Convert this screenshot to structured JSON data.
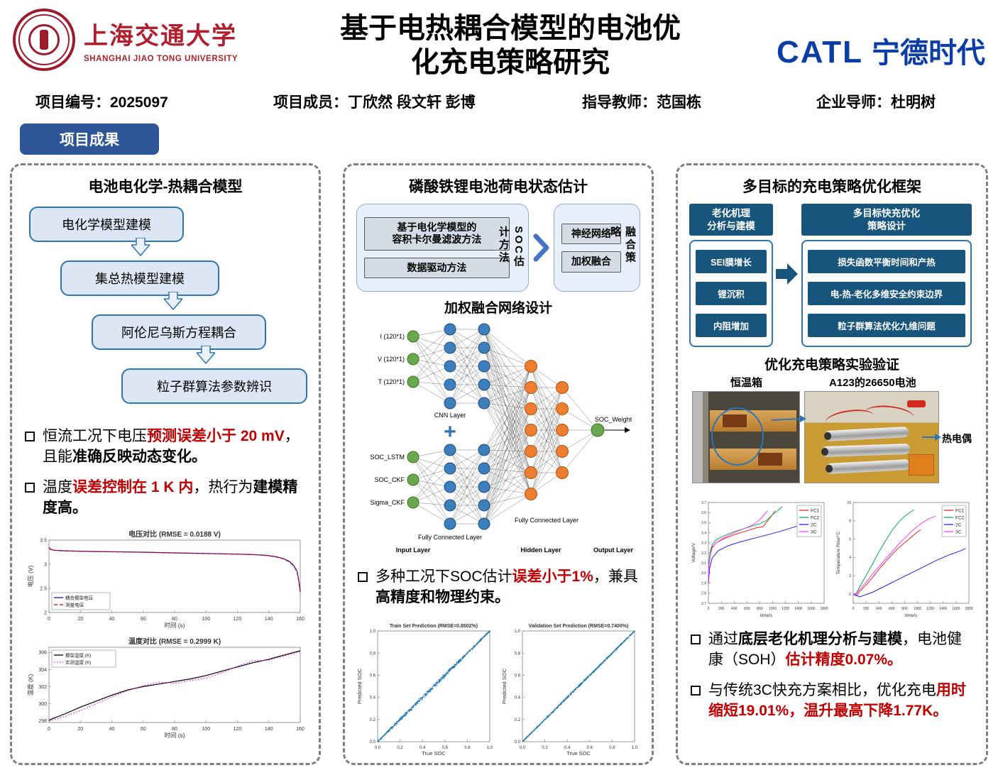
{
  "header": {
    "sjtu_cn": "上海交通大学",
    "sjtu_en": "SHANGHAI JIAO TONG UNIVERSITY",
    "title_line1": "基于电热耦合模型的电池优",
    "title_line2": "化充电策略研究",
    "catl_en": "CATL",
    "catl_cn": "宁德时代"
  },
  "info": {
    "project_no": "项目编号：2025097",
    "members": "项目成员：丁欣然 段文轩 彭博",
    "advisor": "指导教师：范国栋",
    "mentor": "企业导师：杜明树"
  },
  "badge": "项目成果",
  "col1": {
    "title": "电池电化学-热耦合模型",
    "flow_steps": [
      "电化学模型建模",
      "集总热模型建模",
      "阿伦尼乌斯方程耦合",
      "粒子群算法参数辨识"
    ],
    "bullets": [
      {
        "segments": [
          {
            "t": "恒流工况下电压",
            "s": "n"
          },
          {
            "t": "预测误差小于 20 mV",
            "s": "r"
          },
          {
            "t": "，且能",
            "s": "n"
          },
          {
            "t": "准确反映动态变化。",
            "s": "b"
          }
        ]
      },
      {
        "segments": [
          {
            "t": "温度",
            "s": "n"
          },
          {
            "t": "误差控制在 1 K 内",
            "s": "r"
          },
          {
            "t": "，热行为",
            "s": "n"
          },
          {
            "t": "建模精度高。",
            "s": "b"
          }
        ]
      }
    ]
  },
  "col2": {
    "title": "磷酸铁锂电池荷电状态估计",
    "soc_box": {
      "method1": "基于电化学模型的\n容积卡尔曼滤波方法",
      "method2": "数据驱动方法",
      "left_vertical": "SOC估计方法",
      "fusion1": "神经网络",
      "fusion2": "加权融合",
      "right_vertical": "融合策略"
    },
    "network_title": "加权融合网络设计",
    "network": {
      "top_inputs": [
        "I (120*1)",
        "V (120*1)",
        "T (120*1)"
      ],
      "bottom_inputs": [
        "SOC_LSTM",
        "SOC_CKF",
        "Sigma_CKF"
      ],
      "cnn_label": "CNN Layer",
      "plus_sign": "+",
      "fc_label_left": "Fully Connected Layer",
      "fc_label_right": "Fully Connected Layer",
      "output_label": "SOC_Weight",
      "layer_labels": [
        "Input Layer",
        "Hidden Layer",
        "Output Layer"
      ]
    },
    "bullets": [
      {
        "segments": [
          {
            "t": "多种工况下SOC估计",
            "s": "n"
          },
          {
            "t": "误差小于1%",
            "s": "r"
          },
          {
            "t": "，兼具",
            "s": "n"
          },
          {
            "t": "高精度和物理约束。",
            "s": "b"
          }
        ]
      }
    ]
  },
  "col3": {
    "title": "多目标的充电策略优化框架",
    "aging": {
      "header": "老化机理\n分析与建模",
      "items": [
        "SEI膜增长",
        "锂沉积",
        "内阻增加"
      ]
    },
    "strategy": {
      "header": "多目标快充优化\n策略设计",
      "items": [
        "损失函数平衡时间和产热",
        "电-热-老化多维安全约束边界",
        "粒子群算法优化九维问题"
      ]
    },
    "experiment_title": "优化充电策略实验验证",
    "photo1_label": "恒温箱",
    "photo2_label": "A123的26650电池",
    "thermocouple_label": "热电偶",
    "bullets": [
      {
        "segments": [
          {
            "t": "通过",
            "s": "n"
          },
          {
            "t": "底层老化机理分析与建模",
            "s": "b"
          },
          {
            "t": "，电池健康（SOH）",
            "s": "n"
          },
          {
            "t": "估计精度0.07%。",
            "s": "r"
          }
        ]
      },
      {
        "segments": [
          {
            "t": "与传统3C快充方案相比，优化充电",
            "s": "n"
          },
          {
            "t": "用时缩短19.01%，温升最高下降1.77K。",
            "s": "r"
          }
        ]
      }
    ]
  },
  "chart_data": [
    {
      "type": "line",
      "title": "电压对比 (RMSE = 0.0188 V)",
      "xlabel": "时间 (s)",
      "ylabel": "电压 (V)",
      "xlim": [
        0,
        160
      ],
      "ylim": [
        2,
        3.5
      ],
      "xticks": [
        0,
        20,
        40,
        60,
        80,
        100,
        120,
        140,
        160
      ],
      "yticks": [
        2,
        2.5,
        3,
        3.5
      ],
      "legend": "bl",
      "series": [
        {
          "name": "耦合模型电压",
          "color": "#1414c8",
          "dash": "solid",
          "x": [
            0,
            1,
            3,
            6,
            10,
            15,
            20,
            30,
            40,
            50,
            60,
            70,
            80,
            90,
            100,
            110,
            120,
            130,
            138,
            144,
            149,
            153,
            156,
            158,
            159,
            160
          ],
          "y": [
            3.35,
            3.31,
            3.29,
            3.285,
            3.28,
            3.275,
            3.27,
            3.265,
            3.26,
            3.255,
            3.25,
            3.243,
            3.236,
            3.23,
            3.224,
            3.217,
            3.21,
            3.2,
            3.185,
            3.16,
            3.12,
            3.06,
            2.97,
            2.85,
            2.68,
            2.44
          ]
        },
        {
          "name": "测量电压",
          "color": "#d40000",
          "dash": "dashed",
          "x": [
            0,
            1,
            3,
            6,
            10,
            15,
            20,
            30,
            40,
            50,
            60,
            70,
            80,
            90,
            100,
            110,
            120,
            130,
            138,
            144,
            149,
            153,
            156,
            158,
            159,
            160
          ],
          "y": [
            3.34,
            3.305,
            3.292,
            3.283,
            3.277,
            3.272,
            3.268,
            3.262,
            3.257,
            3.252,
            3.247,
            3.24,
            3.233,
            3.227,
            3.221,
            3.214,
            3.208,
            3.198,
            3.182,
            3.155,
            3.115,
            3.05,
            2.96,
            2.83,
            2.66,
            2.42
          ]
        }
      ]
    },
    {
      "type": "line",
      "title": "温度对比 (RMSE = 0.2999 K)",
      "xlabel": "时间 (s)",
      "ylabel": "温度 (K)",
      "xlim": [
        0,
        160
      ],
      "ylim": [
        297.8,
        306.6
      ],
      "xticks": [
        0,
        20,
        40,
        60,
        80,
        100,
        120,
        140,
        160
      ],
      "yticks": [
        298,
        300,
        302,
        304,
        306
      ],
      "legend": "tl",
      "series": [
        {
          "name": "模型温度 (K)",
          "color": "#000000",
          "dash": "solid",
          "x": [
            0,
            10,
            20,
            30,
            40,
            50,
            60,
            70,
            80,
            90,
            100,
            110,
            120,
            130,
            140,
            150,
            160
          ],
          "y": [
            298.1,
            298.8,
            299.6,
            300.3,
            301.0,
            301.6,
            302.0,
            302.3,
            302.6,
            302.9,
            303.3,
            303.8,
            304.3,
            304.8,
            305.2,
            305.7,
            306.2
          ]
        },
        {
          "name": "实测温度 (K)",
          "color": "#ff00ff",
          "dash": "dotted",
          "x": [
            0,
            10,
            20,
            30,
            40,
            50,
            60,
            70,
            80,
            90,
            100,
            110,
            120,
            130,
            140,
            150,
            160
          ],
          "y": [
            298.0,
            298.5,
            299.2,
            300.0,
            300.8,
            301.5,
            302.1,
            302.5,
            302.4,
            302.7,
            303.0,
            303.6,
            304.4,
            305.0,
            305.1,
            305.6,
            306.1
          ]
        }
      ]
    },
    {
      "type": "scatter",
      "title": "Train Set Prediction (RMSE=0.8502%)",
      "xlabel": "True SOC",
      "ylabel": "Predicted SOC",
      "xlim": [
        0,
        1
      ],
      "ylim": [
        0,
        1
      ],
      "xdp": 1,
      "ydp": 1,
      "xticks": [
        0,
        0.2,
        0.4,
        0.6,
        0.8,
        1
      ],
      "yticks": [
        0,
        0.2,
        0.4,
        0.6,
        0.8,
        1
      ],
      "relationship": "points along y = x diagonal",
      "n": 700,
      "noise": 0.02,
      "seed": 7,
      "color": "#1f77b4"
    },
    {
      "type": "scatter",
      "title": "Validation Set Prediction (RMSE=0.7400%)",
      "xlabel": "True SOC",
      "ylabel": "Predicted SOC",
      "xlim": [
        0,
        1
      ],
      "ylim": [
        0,
        1
      ],
      "xdp": 1,
      "ydp": 1,
      "xticks": [
        0,
        0.2,
        0.4,
        0.6,
        0.8,
        1
      ],
      "yticks": [
        0,
        0.2,
        0.4,
        0.6,
        0.8,
        1
      ],
      "relationship": "points along y = x diagonal",
      "n": 700,
      "noise": 0.011,
      "seed": 13,
      "color": "#1f77b4"
    },
    {
      "type": "line",
      "title": "",
      "xlabel": "time/s",
      "ylabel": "Voltage/V",
      "xlim": [
        0,
        1800
      ],
      "ylim": [
        2.7,
        3.7
      ],
      "ydp": 1,
      "xticks": [
        0,
        200,
        400,
        600,
        800,
        1000,
        1200,
        1400,
        1600,
        1800
      ],
      "yticks": [
        2.7,
        2.8,
        2.9,
        3.0,
        3.1,
        3.2,
        3.3,
        3.4,
        3.5,
        3.6,
        3.7
      ],
      "legend": "tr",
      "series": [
        {
          "name": "FC1",
          "color": "#ff2020",
          "dash": "solid",
          "x": [
            0,
            10,
            30,
            60,
            120,
            240,
            400,
            600,
            750,
            850,
            900,
            950,
            1000,
            1040
          ],
          "y": [
            2.93,
            3.1,
            3.2,
            3.26,
            3.3,
            3.34,
            3.38,
            3.42,
            3.45,
            3.46,
            3.5,
            3.54,
            3.58,
            3.62
          ]
        },
        {
          "name": "FC2",
          "color": "#00b050",
          "dash": "solid",
          "x": [
            0,
            10,
            30,
            60,
            120,
            240,
            400,
            600,
            800,
            900,
            1000,
            1080,
            1150
          ],
          "y": [
            2.95,
            3.12,
            3.22,
            3.28,
            3.33,
            3.37,
            3.41,
            3.45,
            3.49,
            3.52,
            3.58,
            3.62,
            3.66
          ]
        },
        {
          "name": "2C",
          "color": "#2020ff",
          "dash": "solid",
          "x": [
            0,
            20,
            60,
            150,
            300,
            500,
            800,
            1100,
            1400,
            1550,
            1650,
            1700,
            1730
          ],
          "y": [
            2.9,
            3.05,
            3.15,
            3.22,
            3.27,
            3.31,
            3.36,
            3.41,
            3.47,
            3.51,
            3.56,
            3.6,
            3.63
          ]
        },
        {
          "name": "3C",
          "color": "#ff40ff",
          "dash": "solid",
          "x": [
            0,
            10,
            30,
            60,
            120,
            240,
            400,
            550,
            700,
            800,
            870,
            920
          ],
          "y": [
            2.92,
            3.08,
            3.18,
            3.25,
            3.3,
            3.35,
            3.4,
            3.44,
            3.48,
            3.53,
            3.58,
            3.62
          ]
        }
      ]
    },
    {
      "type": "line",
      "title": "",
      "xlabel": "time/s",
      "ylabel": "Temperature Rise/°C",
      "xlim": [
        0,
        1800
      ],
      "ylim": [
        -1,
        10
      ],
      "xticks": [
        0,
        200,
        400,
        600,
        800,
        1000,
        1200,
        1400,
        1600,
        1800
      ],
      "yticks": [
        0,
        2,
        4,
        6,
        8,
        10
      ],
      "legend": "tr",
      "series": [
        {
          "name": "FC1",
          "color": "#ff2020",
          "dash": "solid",
          "x": [
            0,
            50,
            100,
            200,
            300,
            400,
            500,
            600,
            700,
            800,
            900,
            1000,
            1050
          ],
          "y": [
            0,
            -0.2,
            0.3,
            1,
            1.8,
            2.7,
            3.5,
            4.3,
            5,
            5.6,
            6.2,
            6.8,
            7
          ]
        },
        {
          "name": "FC2",
          "color": "#00b050",
          "dash": "solid",
          "x": [
            0,
            50,
            100,
            200,
            300,
            400,
            500,
            600,
            700,
            800,
            900,
            950
          ],
          "y": [
            0,
            0.1,
            0.8,
            2,
            3.3,
            4.6,
            5.8,
            6.9,
            7.8,
            8.5,
            9,
            9.2
          ]
        },
        {
          "name": "2C",
          "color": "#2020ff",
          "dash": "solid",
          "x": [
            0,
            100,
            300,
            500,
            700,
            900,
            1100,
            1300,
            1500,
            1700,
            1750
          ],
          "y": [
            0,
            -0.3,
            0.2,
            0.9,
            1.6,
            2.3,
            3,
            3.7,
            4.3,
            4.8,
            5
          ]
        },
        {
          "name": "3C",
          "color": "#ff40ff",
          "dash": "solid",
          "x": [
            0,
            50,
            100,
            200,
            300,
            400,
            500,
            600,
            700,
            800,
            900,
            1000,
            1100,
            1200,
            1280
          ],
          "y": [
            0,
            0,
            0.5,
            1.3,
            2.2,
            3,
            3.8,
            4.6,
            5.4,
            6.1,
            6.8,
            7.4,
            7.9,
            8.3,
            8.5
          ]
        }
      ]
    }
  ]
}
